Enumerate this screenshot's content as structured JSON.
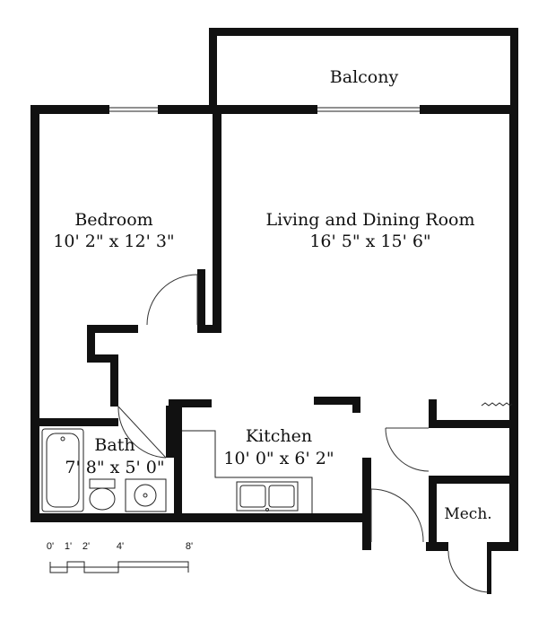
{
  "rooms": {
    "balcony": {
      "name": "Balcony"
    },
    "bedroom": {
      "name": "Bedroom",
      "dimensions": "10' 2\" x 12' 3\""
    },
    "living": {
      "name": "Living and Dining Room",
      "dimensions": "16' 5\" x 15' 6\""
    },
    "kitchen": {
      "name": "Kitchen",
      "dimensions": "10' 0\" x 6' 2\""
    },
    "bath": {
      "name": "Bath",
      "dimensions": "7' 8\" x 5' 0\""
    },
    "mech": {
      "name": "Mech."
    }
  },
  "scale_bar": {
    "labels": [
      "0'",
      "1'",
      "2'",
      "4'",
      "8'"
    ]
  },
  "colors": {
    "wall": "#111111",
    "line": "#222222",
    "background": "#ffffff"
  }
}
